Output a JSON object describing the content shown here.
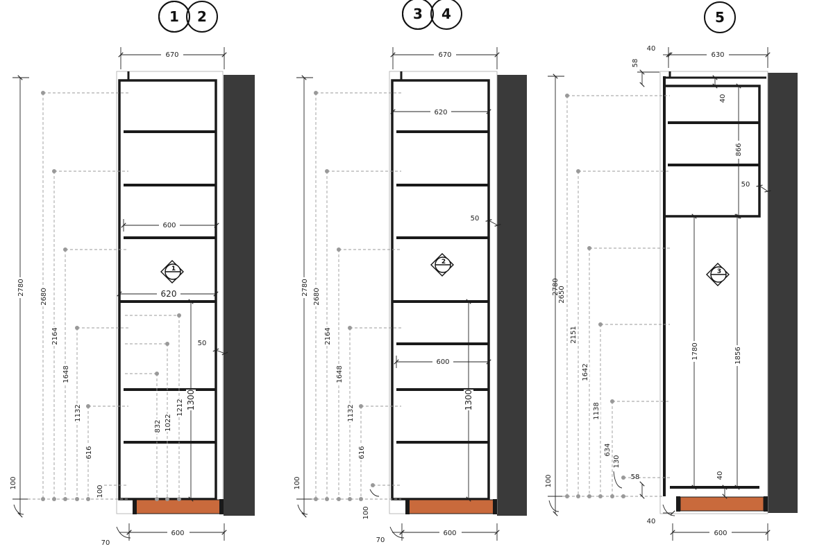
{
  "bubbles": {
    "b1": "1",
    "b2": "2",
    "b3": "3",
    "b4": "4",
    "b5": "5"
  },
  "section_marks": {
    "s1": "1",
    "s2": "2",
    "s3": "3"
  },
  "elev1": {
    "top_width": "670",
    "inner_width": "620",
    "mid_width": "600",
    "bottom_width": "600",
    "total_height": "2780",
    "h2680": "2680",
    "h2164": "2164",
    "h1648": "1648",
    "h1132": "1132",
    "h616": "616",
    "h100": "100",
    "plinth_inner": "100",
    "h832": "832",
    "h1022": "1022",
    "h1212": "1212",
    "h1300": "1300",
    "gap50": "50",
    "offset70": "70"
  },
  "elev2": {
    "top_width": "670",
    "inner_width": "620",
    "mid_width": "600",
    "bottom_width": "600",
    "total_height": "2780",
    "h2680": "2680",
    "h2164": "2164",
    "h1648": "1648",
    "h1132": "1132",
    "h616": "616",
    "h100": "100",
    "plinth_inner": "100",
    "h1300": "1300",
    "gap50": "50",
    "offset70": "70"
  },
  "elev3": {
    "top_width": "630",
    "left_offset": "40",
    "top_gap": "58",
    "top_inner": "40",
    "h866": "866",
    "gap50": "50",
    "total_height": "2780",
    "h2650": "2650",
    "h2151": "2151",
    "h1642": "1642",
    "h1138": "1138",
    "h634": "634",
    "h130": "130",
    "h100": "100",
    "h1780": "1780",
    "h1856": "1856",
    "bottom_gap": "58",
    "bottom_inner": "40",
    "bottom_offset": "40",
    "bottom_width": "600"
  }
}
